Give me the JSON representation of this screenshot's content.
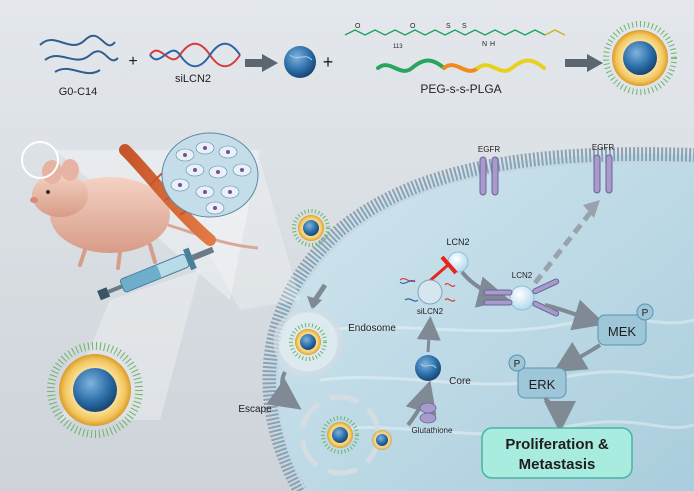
{
  "synthesis": {
    "g0_label": "G0-C14",
    "sirna_label": "siLCN2",
    "polymer_label": "PEG-s-s-PLGA",
    "chem_fragments": [
      "O",
      "113",
      "O",
      "S",
      "S",
      "N",
      "H"
    ]
  },
  "receptors": {
    "egfr_left": "EGFR",
    "egfr_right": "EGFR"
  },
  "intracellular": {
    "lcn2_free": "LCN2",
    "lcn2_bound": "LCN2",
    "silcn2_label": "siLCN2",
    "endosome_label": "Endosome",
    "core_label": "Core",
    "escape_label": "Escape",
    "glutathione_label": "Glutathione",
    "mek_label": "MEK",
    "erk_label": "ERK",
    "phospho_mek": "P",
    "phospho_erk": "P",
    "outcome_line1": "Proliferation &",
    "outcome_line2": "Metastasis"
  },
  "colors": {
    "background_top": "#d6dbe1",
    "cytoplasm": "#bcd9e6",
    "membrane": "#9fb4c3",
    "core_blue": "#2b6ea8",
    "shell_yellow": "#f2c45a",
    "egfr_purple": "#a79bc9",
    "kinase_blue": "#9dc6d9",
    "outcome_green": "#a8ecdf",
    "inhibit_red": "#e2271c",
    "mouse_pink": "#e9b9a8"
  }
}
